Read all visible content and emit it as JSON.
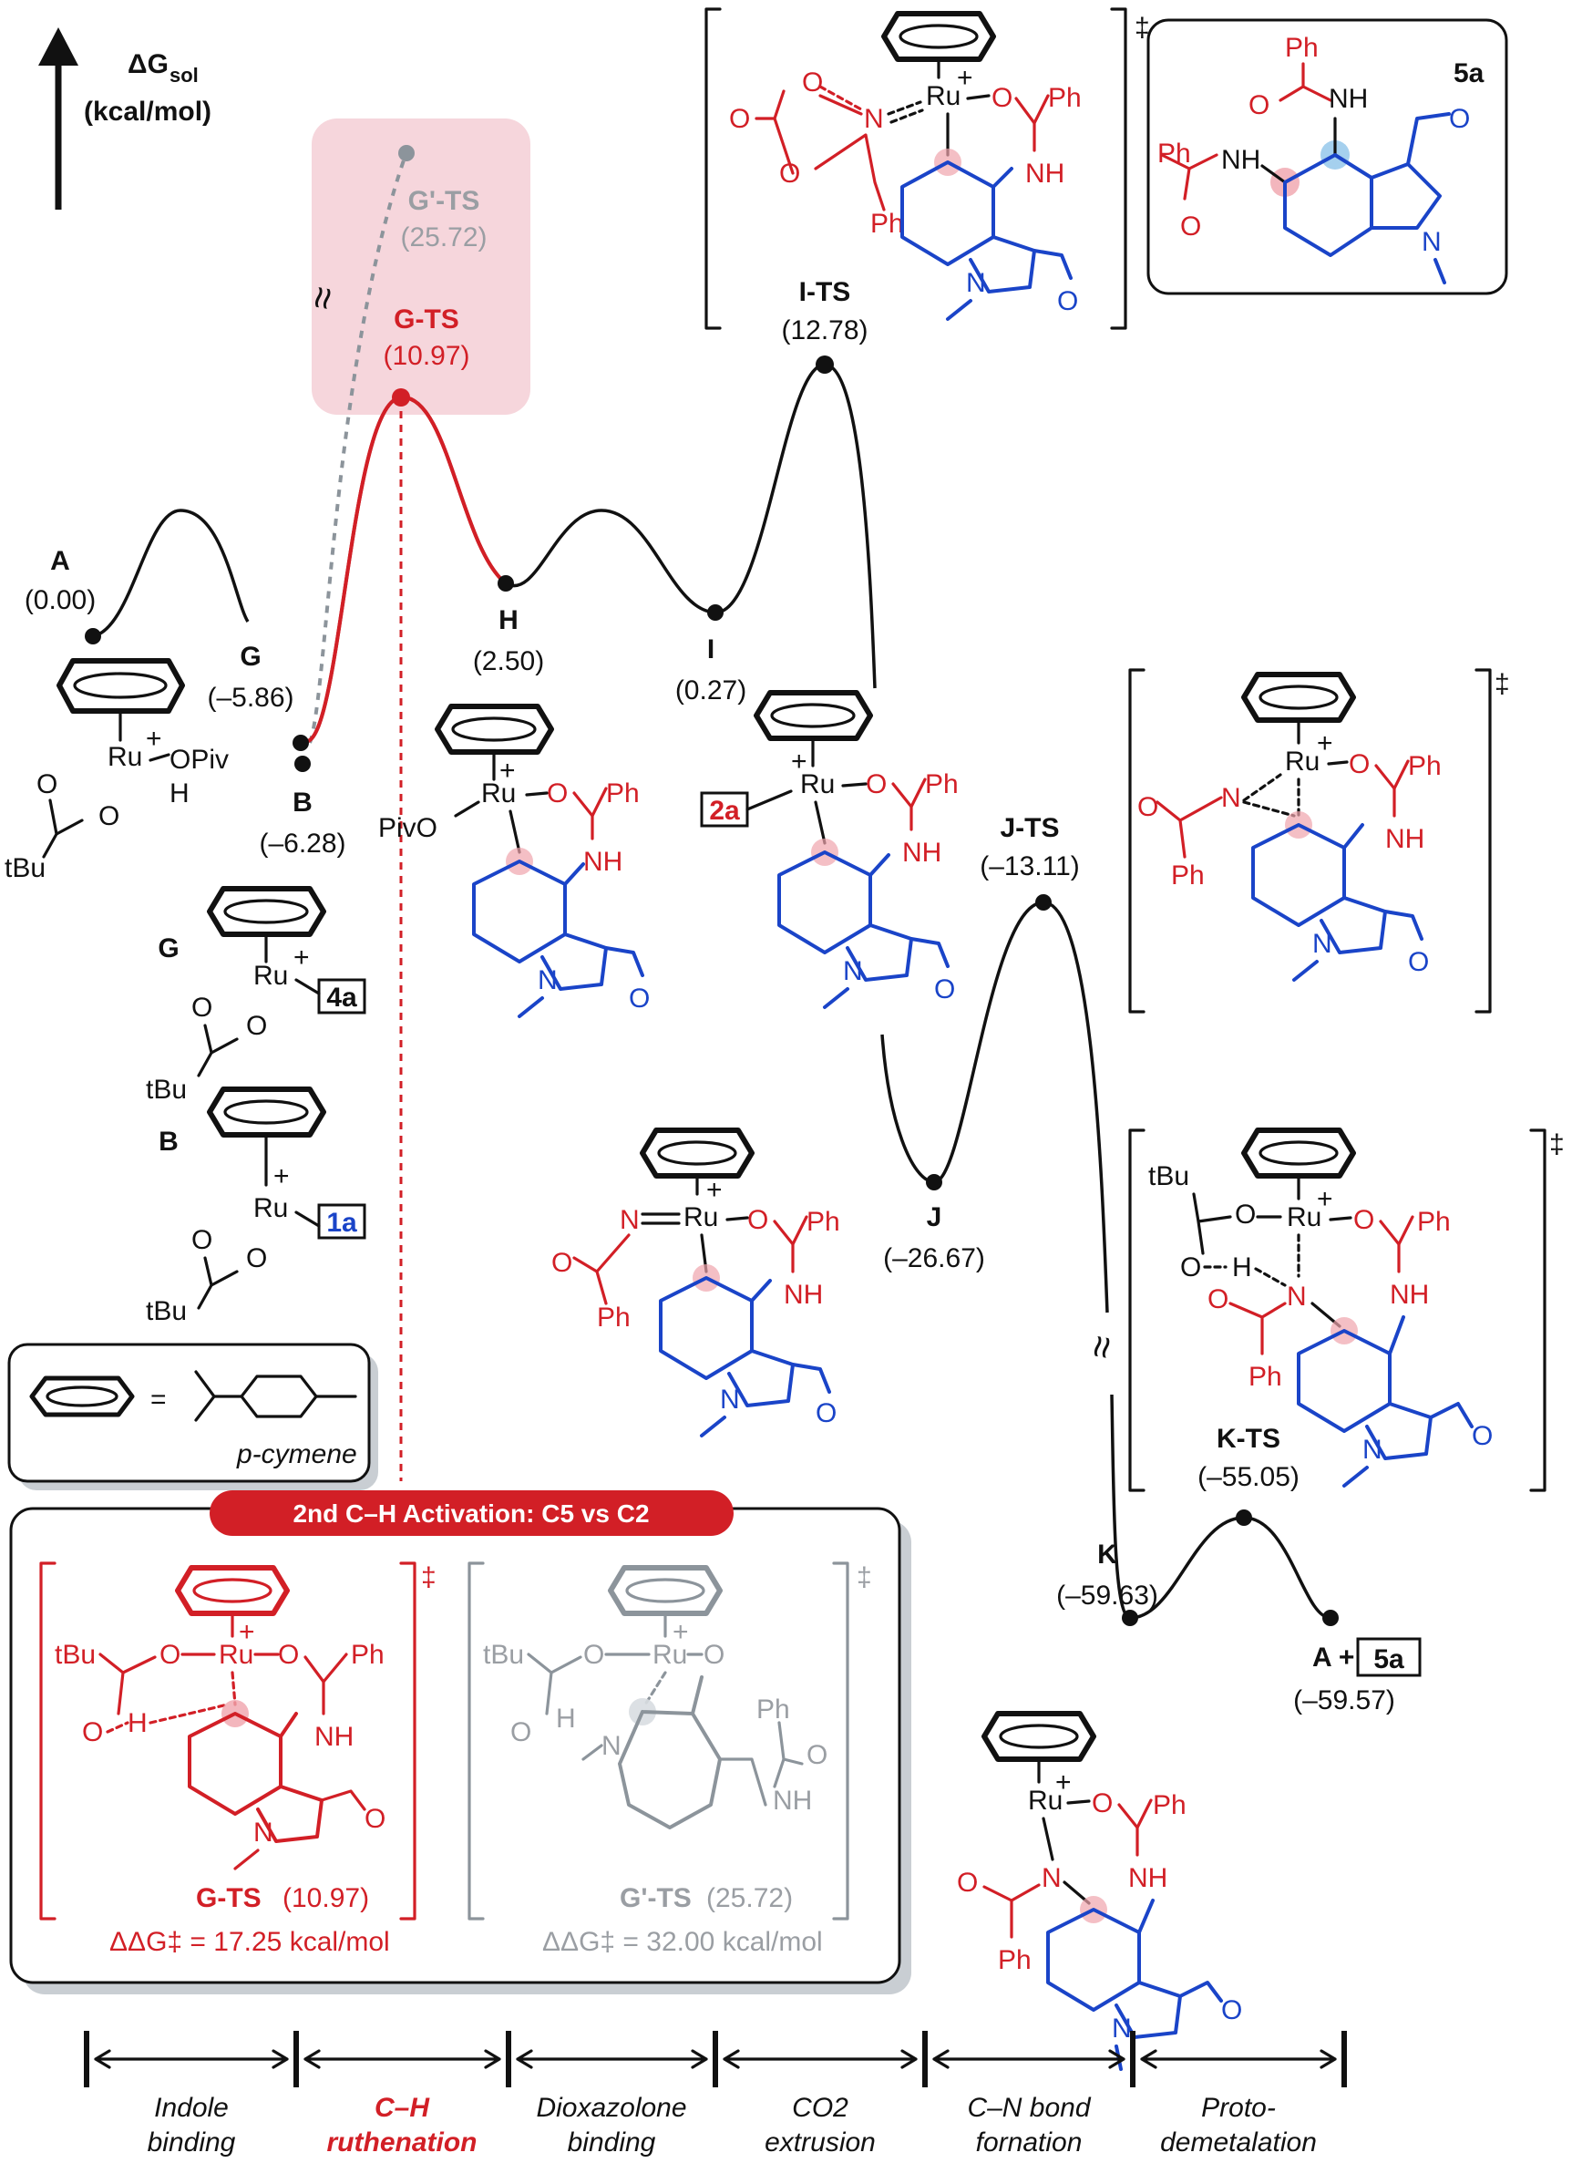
{
  "axis": {
    "label_main": "ΔG",
    "label_sub": "sol",
    "unit": "(kcal/mol)"
  },
  "species": {
    "A": {
      "name": "A",
      "energy": "(0.00)"
    },
    "G": {
      "name": "G",
      "energy": "(–5.86)"
    },
    "B": {
      "name": "B",
      "energy": "(–6.28)"
    },
    "G_TS": {
      "name": "G-TS",
      "energy": "(10.97)"
    },
    "G_prime_TS": {
      "name": "G'-TS",
      "energy": "(25.72)"
    },
    "H": {
      "name": "H",
      "energy": "(2.50)"
    },
    "I": {
      "name": "I",
      "energy": "(0.27)"
    },
    "I_TS": {
      "name": "I-TS",
      "energy": "(12.78)"
    },
    "J_TS": {
      "name": "J-TS",
      "energy": "(–13.11)"
    },
    "J": {
      "name": "J",
      "energy": "(–26.67)"
    },
    "K_TS": {
      "name": "K-TS",
      "energy": "(–55.05)"
    },
    "K": {
      "name": "K",
      "energy": "(–59.63)"
    },
    "final": {
      "name": "A +",
      "product": "5a",
      "energy": "(–59.57)"
    }
  },
  "structure_labels": {
    "ru": "Ru",
    "plus": "+",
    "opiv": "OPiv",
    "h": "H",
    "pivo": "PivO",
    "tbu": "tBu",
    "ph": "Ph",
    "nh": "NH",
    "o": "O",
    "n": "N",
    "dagger": "‡",
    "approx": "≈",
    "box_4a": "4a",
    "box_1a": "1a",
    "box_2a": "2a",
    "box_5a": "5a",
    "g": "G",
    "b": "B",
    "cymene": "p-cymene",
    "equals": "="
  },
  "inset": {
    "title": "2nd C–H Activation: C5 vs C2",
    "gts_label": "G-TS",
    "gts_energy": "(10.97)",
    "gts_ddg": "ΔΔG‡ = 17.25 kcal/mol",
    "gpts_label": "G'-TS",
    "gpts_energy": "(25.72)",
    "gpts_ddg": "ΔΔG‡ = 32.00 kcal/mol"
  },
  "stages": [
    {
      "line1": "Indole",
      "line2": "binding"
    },
    {
      "line1": "C–H",
      "line2": "ruthenation"
    },
    {
      "line1": "Dioxazolone",
      "line2": "binding"
    },
    {
      "line1": "CO2",
      "line2": "extrusion"
    },
    {
      "line1": "C–N bond",
      "line2": "fornation"
    },
    {
      "line1": "Proto-",
      "line2": "demetalation"
    }
  ],
  "colors": {
    "red": "#d21f26",
    "blue": "#1a44c8",
    "grey": "#9a9ea3",
    "pink": "#f6d6dc"
  }
}
